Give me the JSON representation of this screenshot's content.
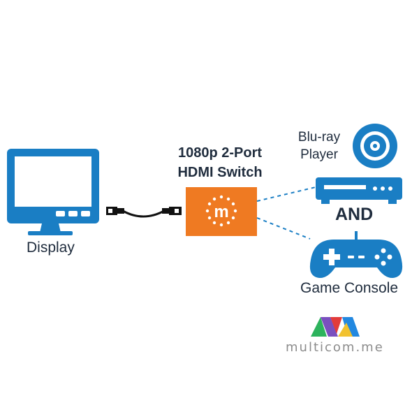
{
  "diagram": {
    "display_label": "Display",
    "switch_title_line1": "1080p 2-Port",
    "switch_title_line2": "HDMI Switch",
    "switch_logo_letter": "m",
    "bluray_label_line1": "Blu-ray",
    "bluray_label_line2": "Player",
    "connector_word": "AND",
    "console_label": "Game Console",
    "watermark_text": "multicom.me"
  },
  "colors": {
    "device_blue": "#1a7ec4",
    "switch_orange": "#ef7a22",
    "text_dark": "#1f2c3d",
    "cable_black": "#111111",
    "watermark_gray": "#8c8c8c"
  },
  "icons": [
    "monitor-icon",
    "hdmi-plug-icon",
    "hdmi-switch-icon",
    "disc-icon",
    "bluray-player-icon",
    "gamepad-icon",
    "multicom-logo-icon"
  ]
}
